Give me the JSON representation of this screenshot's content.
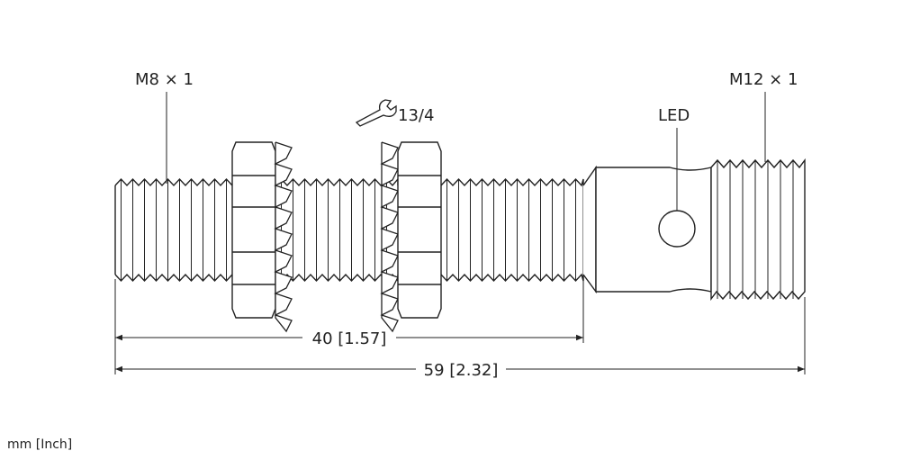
{
  "labels": {
    "thread_left": "M8 × 1",
    "wrench": "13/4",
    "led": "LED",
    "thread_right": "M12 × 1",
    "dim_short": "40 [1.57]",
    "dim_long": "59 [2.32]"
  },
  "units_note": "mm [Inch]",
  "icons": {
    "wrench": "wrench-icon",
    "led": "led-indicator-icon"
  }
}
